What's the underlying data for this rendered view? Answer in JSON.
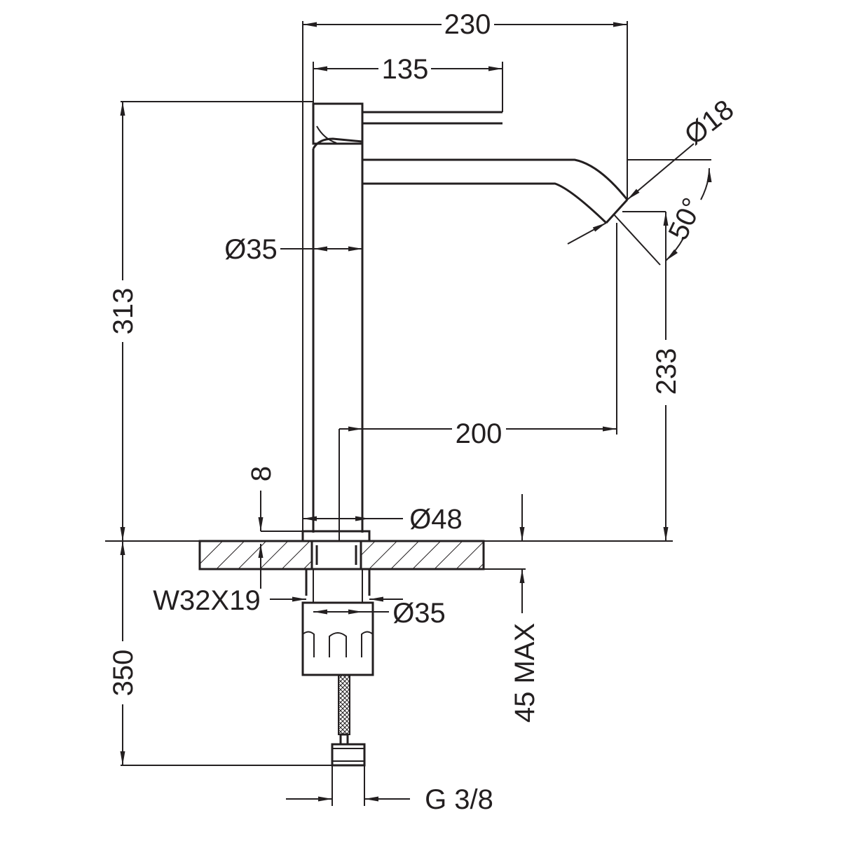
{
  "drawing": {
    "stroke_color": "#231f20",
    "background": "#ffffff",
    "labels": {
      "overall_width": "230",
      "lever_length": "135",
      "outlet_diameter": "Ø18",
      "spout_angle": "50°",
      "body_diameter": "Ø35",
      "height_above_deck": "313",
      "spout_clearance": "233",
      "spout_reach": "200",
      "base_ring_height": "8",
      "base_diameter": "Ø48",
      "shank_thread": "W32X19",
      "shank_diameter": "Ø35",
      "max_deck_thickness": "45 MAX",
      "hose_length": "350",
      "hose_connection": "G 3/8"
    }
  }
}
